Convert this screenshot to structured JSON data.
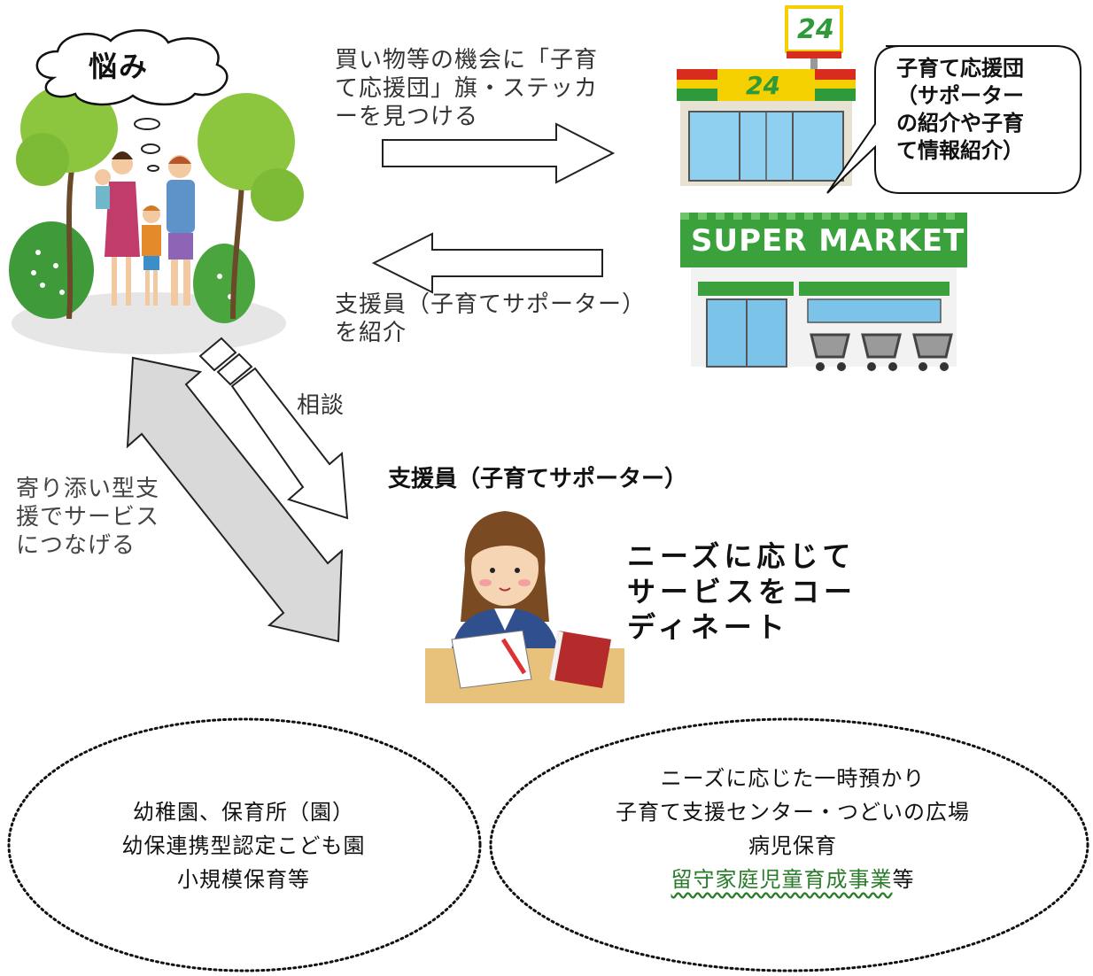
{
  "worry_cloud": {
    "label": "悩み"
  },
  "shop_caption": "買い物等の機会に「子育\nて応援団」旗・ステッカ\nーを見つける",
  "introduce_caption": "支援員（子育てサポーター）\nを紹介",
  "store_sign": {
    "number": "24"
  },
  "supermarket_sign": "SUPER MARKET",
  "speech_bubble": "子育て応援団\n（サポーター\nの紹介や子育\nて情報紹介）",
  "consult_label": "相談",
  "support_caption": "寄り添い型支\n援でサービス\nにつなげる",
  "supporter_title": "支援員（子育てサポーター）",
  "coordinate_text": "ニーズに応じて\nサービスをコー\nディネート",
  "left_ellipse": {
    "lines": [
      "幼稚園、保育所（園）",
      "幼保連携型認定こども園",
      "小規模保育等"
    ]
  },
  "right_ellipse": {
    "line1": "ニーズに応じた一時預かり",
    "line2": "子育て支援センター・つどいの広場",
    "line3": "病児保育",
    "line4_link": "留守家庭児童育成事業",
    "line4_suffix": "等"
  },
  "colors": {
    "store_red": "#d82c1f",
    "store_yellow": "#f4d000",
    "store_green": "#2e9a3a",
    "market_green": "#3aa13c",
    "link_green": "#2b7d2b",
    "arrow_gray": "#d9d9d9"
  }
}
